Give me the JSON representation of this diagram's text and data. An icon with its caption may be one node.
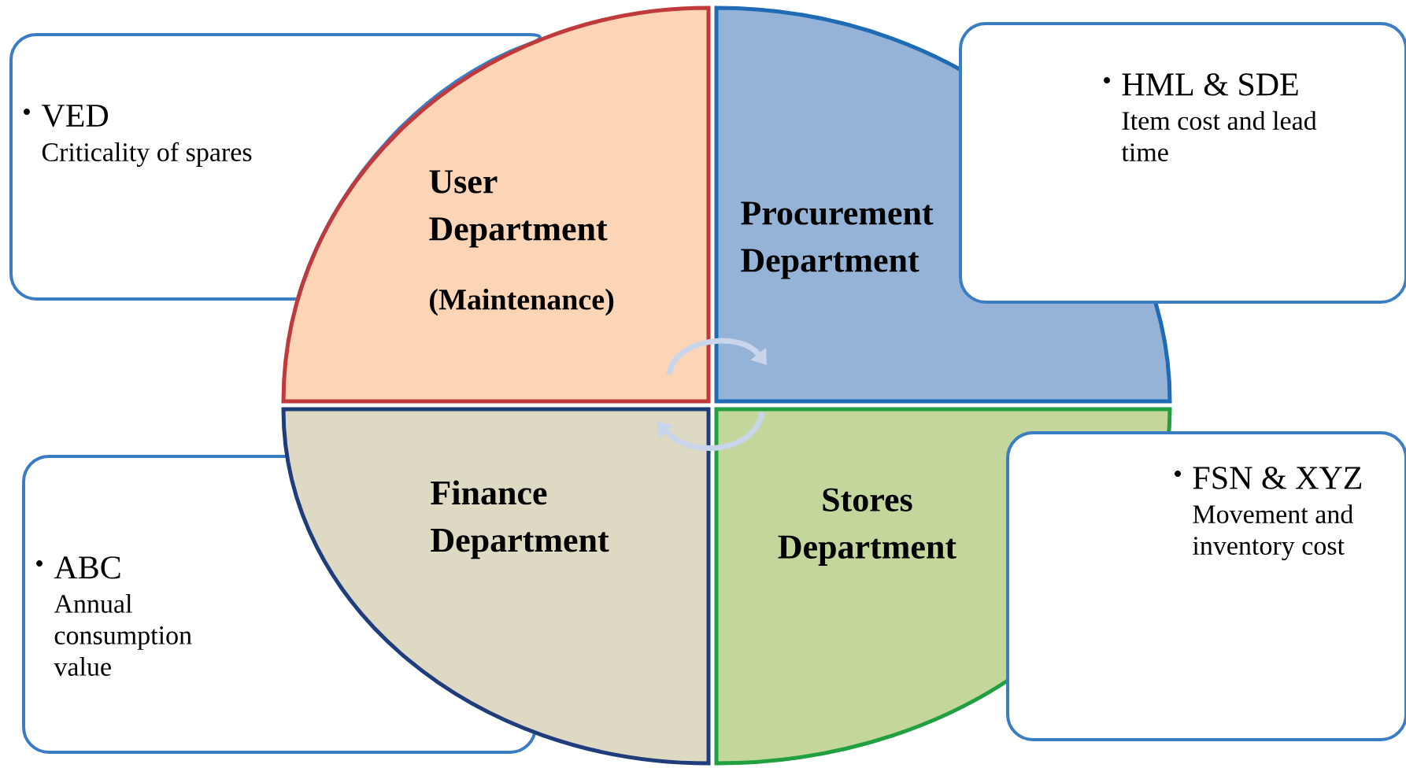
{
  "diagram": {
    "nodes": [
      {
        "text": [
          "VED",
          "Criticality of spares"
        ]
      },
      {
        "text": [
          "User Department",
          "(Maintenance)"
        ]
      },
      {
        "text": [
          "Procurement Department"
        ]
      },
      {
        "text": [
          "HML & SDE",
          "Item cost and lead time"
        ]
      },
      {
        "text": [
          "ABC",
          "Annual consumption value"
        ]
      },
      {
        "text": [
          "Finance Department"
        ]
      },
      {
        "text": [
          "Stores Department"
        ]
      },
      {
        "text": [
          "FSN & XYZ",
          "Movement and inventory cost"
        ]
      }
    ],
    "edges": [
      {
        "from": 1,
        "to": 2,
        "arrow": "to"
      },
      {
        "from": 6,
        "to": 5,
        "arrow": "to"
      }
    ]
  }
}
